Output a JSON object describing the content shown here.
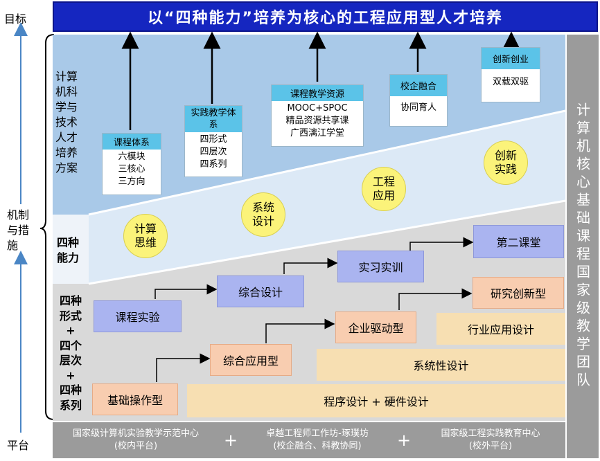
{
  "axis": {
    "top": "目标",
    "middle": "机制与措施",
    "bottom": "平台"
  },
  "banner": {
    "title": "以“四种能力”培养为核心的工程应用型人才培养"
  },
  "right_column": {
    "text": "计算机核心基础课程国家级教学团队"
  },
  "left_labels": {
    "plan": "计算机科学与技术人才培养方案",
    "abilities": "四种能力",
    "forms": [
      "四种",
      "形式",
      "+",
      "四个",
      "层次",
      "+",
      "四种",
      "系列"
    ]
  },
  "plan_boxes": [
    {
      "head": "课程体系",
      "lines": [
        "六模块",
        "三核心",
        "三方向"
      ]
    },
    {
      "head": "实践教学体系",
      "lines": [
        "四形式",
        "四层次",
        "四系列"
      ]
    },
    {
      "head": "课程教学资源",
      "lines": [
        "MOOC+SPOC",
        "精品资源共享课",
        "广西漓江学堂"
      ]
    },
    {
      "head": "校企融合",
      "lines": [
        "协同育人"
      ]
    },
    {
      "head": "创新创业",
      "lines": [
        "双载双驱"
      ]
    }
  ],
  "abilities": [
    {
      "label": "计算思维"
    },
    {
      "label": "系统设计"
    },
    {
      "label": "工程应用"
    },
    {
      "label": "创新实践"
    }
  ],
  "forms": [
    "课程实验",
    "综合设计",
    "实习实训",
    "第二课堂"
  ],
  "levels": [
    "基础操作型",
    "综合应用型",
    "企业驱动型",
    "研究创新型"
  ],
  "series": [
    "程序设计 + 硬件设计",
    "系统性设计",
    "行业应用设计"
  ],
  "platforms": [
    {
      "name": "国家级计算机实验教学示范中心",
      "sub": "(校内平台)"
    },
    {
      "name": "卓越工程师工作坊-琢璞坊",
      "sub": "(校企融合、科教协同)"
    },
    {
      "name": "国家级工程实践教育中心",
      "sub": "(校外平台)"
    }
  ],
  "plus": "+",
  "colors": {
    "banner": "#1526c0",
    "plan_bg": "#a9c9e8",
    "grey": "#d9d9d9",
    "platform": "#9b9b9b",
    "purple": "#aab4f0",
    "orange": "#f8cdb0",
    "tan": "#f7dfb2",
    "circle": "#fbf37a"
  }
}
